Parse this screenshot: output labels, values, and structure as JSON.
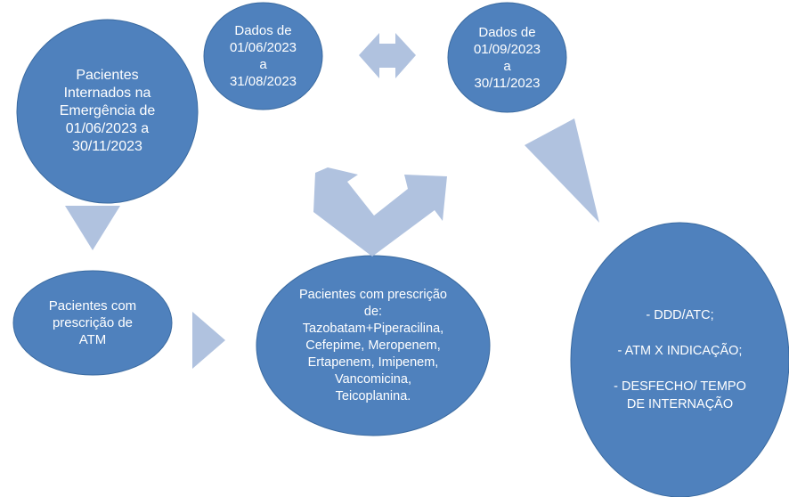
{
  "colors": {
    "node_fill": "#4f81bd",
    "node_stroke": "#3a6aa0",
    "arrow_fill": "#b0c2df",
    "text": "#ffffff",
    "background": "#ffffff"
  },
  "nodes": {
    "start": {
      "text": "Pacientes\nInternados na\nEmergência de\n01/06/2023 a\n30/11/2023"
    },
    "period1": {
      "text": "Dados de\n01/06/2023\na\n31/08/2023"
    },
    "period2": {
      "text": "Dados de\n01/09/2023\na\n30/11/2023"
    },
    "atm": {
      "text": "Pacientes com\nprescrição de\nATM"
    },
    "drugs": {
      "text": "Pacientes com prescrição\nde:\nTazobatam+Piperacilina,\nCefepime, Meropenem,\nErtapenem, Imipenem,\nVancomicina,\nTeicoplanina."
    },
    "outcomes": {
      "text": "- DDD/ATC;\n\n- ATM X INDICAÇÃO;\n\n- DESFECHO/ TEMPO\nDE INTERNAÇÃO"
    }
  },
  "connectors": [
    {
      "id": "start-to-atm",
      "icon": "down-triangle-arrow"
    },
    {
      "id": "atm-to-drugs",
      "icon": "right-triangle-arrow"
    },
    {
      "id": "drugs-to-periods",
      "icon": "split-v-arrow"
    },
    {
      "id": "period1-period2",
      "icon": "double-headed-arrow"
    },
    {
      "id": "period2-to-outcomes",
      "icon": "diagonal-triangle-arrow"
    }
  ]
}
